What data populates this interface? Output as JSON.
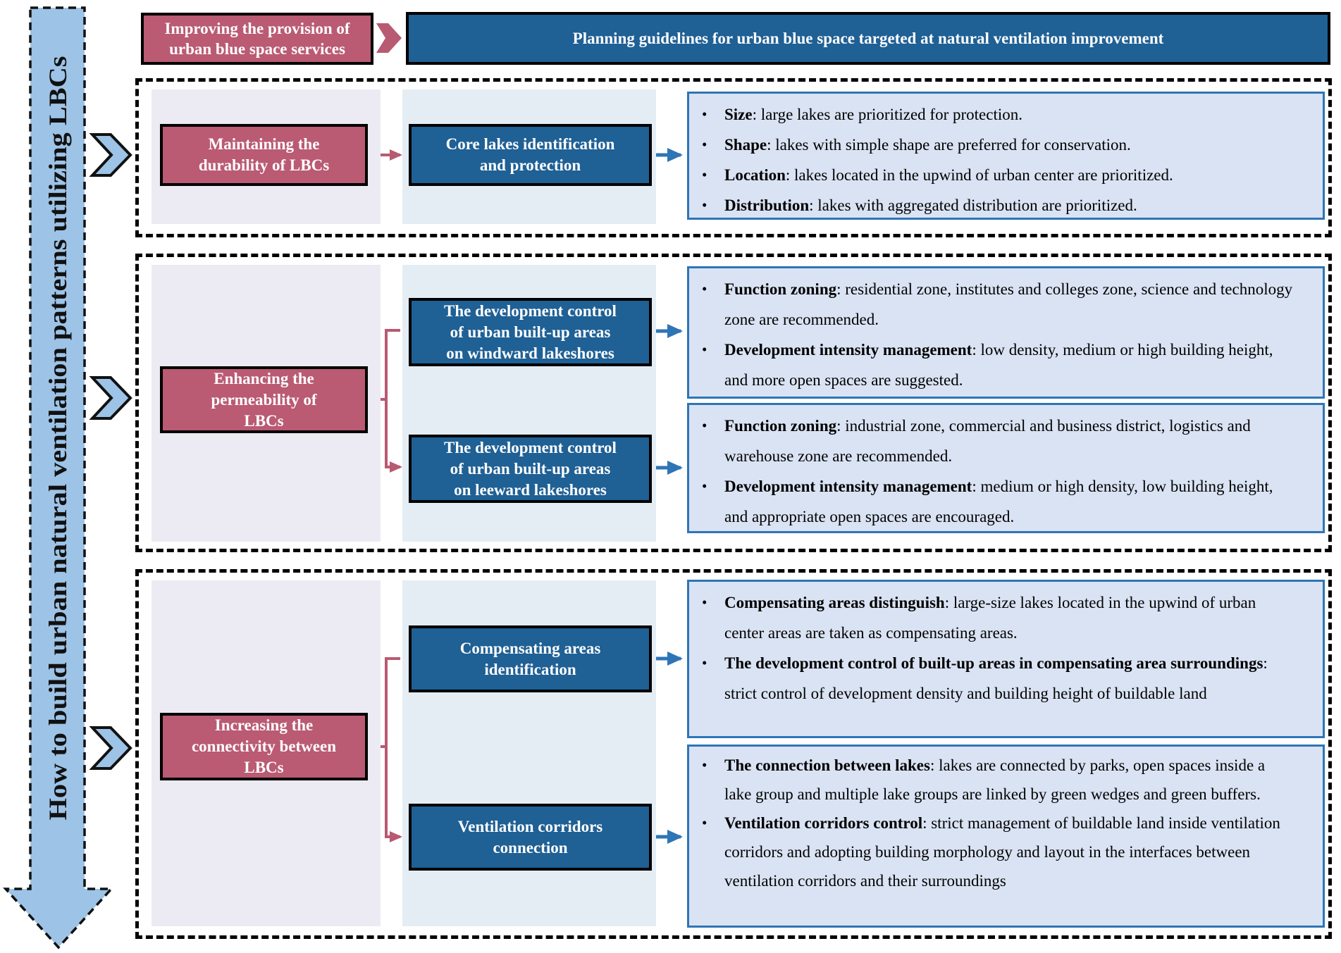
{
  "colors": {
    "maroon": "#BA5A73",
    "blue": "#1F6095",
    "light_blue": "#9DC3E6",
    "col1_bg": "#ECEAF2",
    "col2_bg": "#E4EDF4",
    "panel_fill": "#DAE3F3",
    "panel_border": "#2E75B6",
    "ink": "#000000"
  },
  "bullet_char": "•",
  "side_arrow": {
    "label": "How to build urban natural ventilation patterns utilizing LBCs"
  },
  "header": {
    "source_lines": [
      "Improving the provision of",
      "urban blue space services"
    ],
    "target": "Planning guidelines for urban blue space targeted at natural ventilation improvement"
  },
  "sections": [
    {
      "id": "durability",
      "goal_lines": [
        "Maintaining the",
        "durability of LBCs"
      ],
      "strategies": [
        {
          "label_lines": [
            "Core lakes identification",
            "and protection"
          ],
          "bullets": [
            {
              "lead": "Size",
              "text": ": large lakes are prioritized for protection."
            },
            {
              "lead": "Shape",
              "text": ": lakes with simple shape are preferred for conservation."
            },
            {
              "lead": "Location",
              "text": ": lakes located in the upwind of urban center are prioritized."
            },
            {
              "lead": "Distribution",
              "text": ": lakes with aggregated distribution are prioritized."
            }
          ]
        }
      ]
    },
    {
      "id": "permeability",
      "goal_lines": [
        "Enhancing the",
        "permeability of",
        "LBCs"
      ],
      "strategies": [
        {
          "label_lines": [
            "The development control",
            "of urban built-up areas",
            "on windward lakeshores"
          ],
          "bullets": [
            {
              "lead": "Function zoning",
              "text": ": residential zone, institutes and colleges zone, science and technology zone are recommended."
            },
            {
              "lead": "Development intensity management",
              "text": ": low density, medium or high building height, and more open spaces are suggested."
            }
          ]
        },
        {
          "label_lines": [
            "The development control",
            "of urban built-up areas",
            "on leeward lakeshores"
          ],
          "bullets": [
            {
              "lead": "Function zoning",
              "text": ": industrial zone, commercial and business district, logistics and warehouse zone are recommended."
            },
            {
              "lead": "Development intensity management",
              "text": ": medium or high density, low building height, and appropriate open spaces are encouraged."
            }
          ]
        }
      ]
    },
    {
      "id": "connectivity",
      "goal_lines": [
        "Increasing the",
        "connectivity between",
        "LBCs"
      ],
      "strategies": [
        {
          "label_lines": [
            "Compensating areas",
            "identification"
          ],
          "bullets": [
            {
              "lead": "Compensating areas distinguish",
              "text": ": large-size lakes located in the upwind of urban center areas are taken as compensating areas."
            },
            {
              "lead": "The development control of built-up areas in compensating area surroundings",
              "text": ": strict control of development density and building height of buildable land"
            }
          ]
        },
        {
          "label_lines": [
            "Ventilation corridors",
            "connection"
          ],
          "bullets": [
            {
              "lead": "The connection between lakes",
              "text": ": lakes are connected by parks, open spaces inside a lake group and multiple lake groups are linked by green wedges and green buffers."
            },
            {
              "lead": "Ventilation corridors control",
              "text": ": strict management of buildable land inside ventilation corridors and adopting building morphology and layout in the interfaces between ventilation corridors and their surroundings"
            }
          ]
        }
      ]
    }
  ]
}
